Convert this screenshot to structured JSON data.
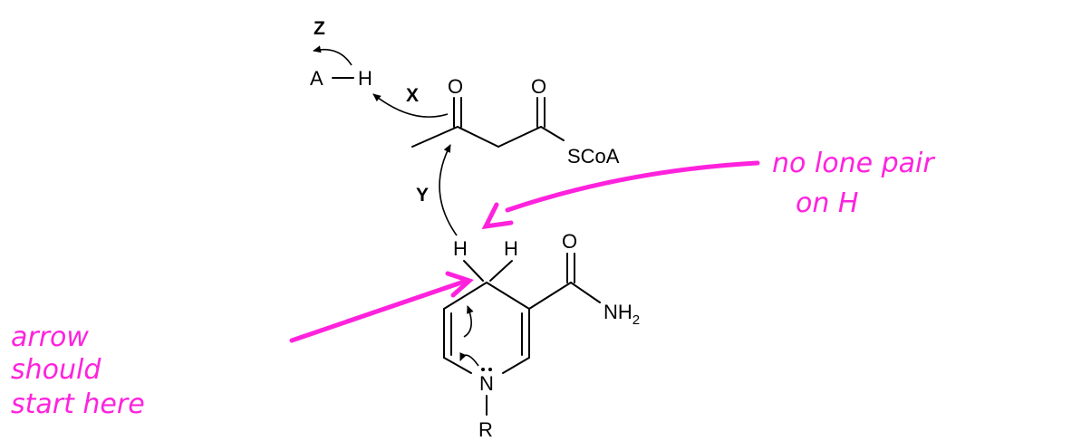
{
  "labels": {
    "z": "Z",
    "x": "X",
    "y": "Y"
  },
  "atoms": {
    "a": "A",
    "h_acid": "H",
    "o_ketone": "O",
    "o_thioester": "O",
    "scoa": "SCoA",
    "h_transfer": "H",
    "h_c4": "H",
    "o_amide": "O",
    "nh": "NH",
    "nh_sub": "2",
    "n_ring": "N",
    "r": "R"
  },
  "annotations": {
    "no_lone_pair_line1": "no lone pair",
    "no_lone_pair_line2": "on H",
    "arrow_start_line1": "arrow",
    "arrow_start_line2": "should",
    "arrow_start_line3": "start here"
  },
  "colors": {
    "annotation": "#ff22dd",
    "structure": "#000000"
  }
}
